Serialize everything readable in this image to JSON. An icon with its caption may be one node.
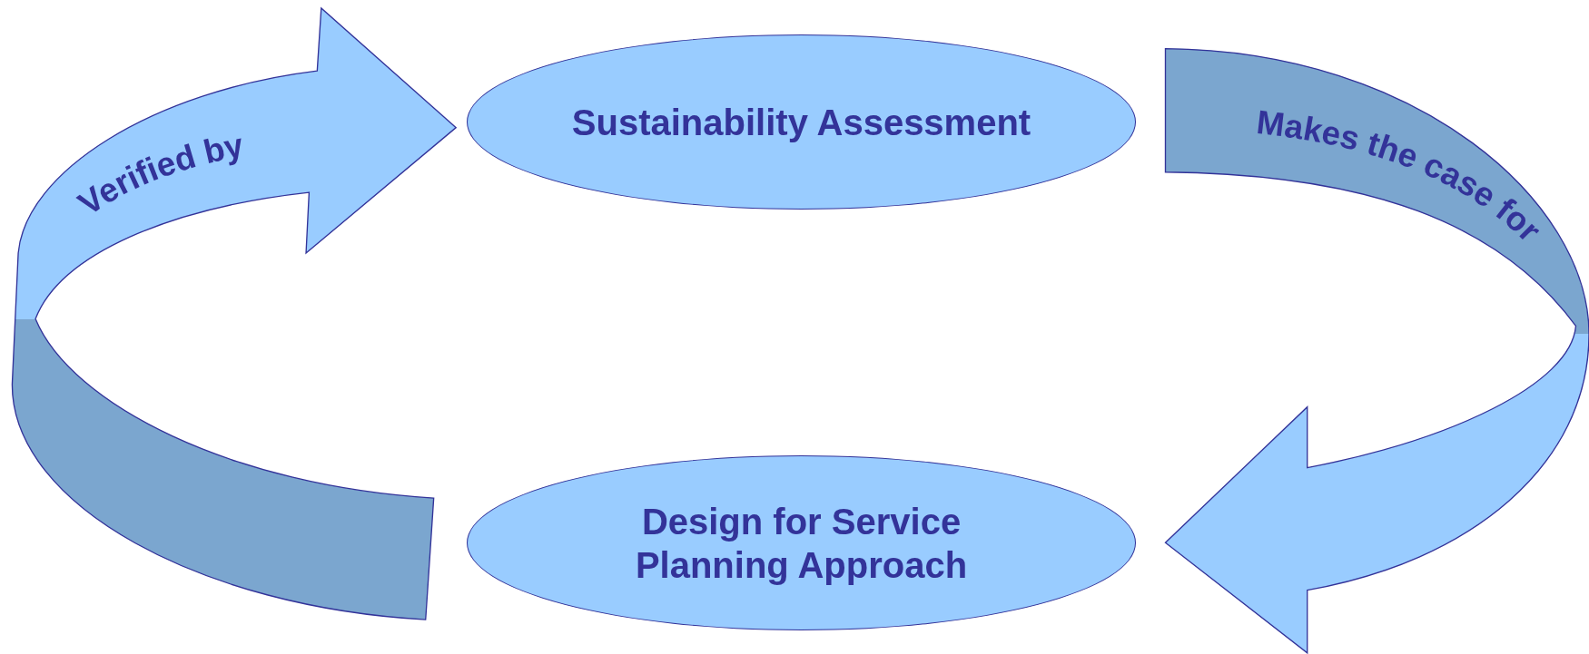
{
  "diagram": {
    "nodes": [
      {
        "text": [
          "Sustainability Assessment"
        ]
      },
      {
        "text": [
          "Design for Service Planning Approach"
        ]
      }
    ],
    "edges": [
      {
        "from": 1,
        "to": 0,
        "arrow": "to",
        "label": "Verified by",
        "style": "thick"
      },
      {
        "from": 0,
        "to": 1,
        "arrow": "to",
        "label": "Makes the case for",
        "style": "thick"
      }
    ]
  }
}
